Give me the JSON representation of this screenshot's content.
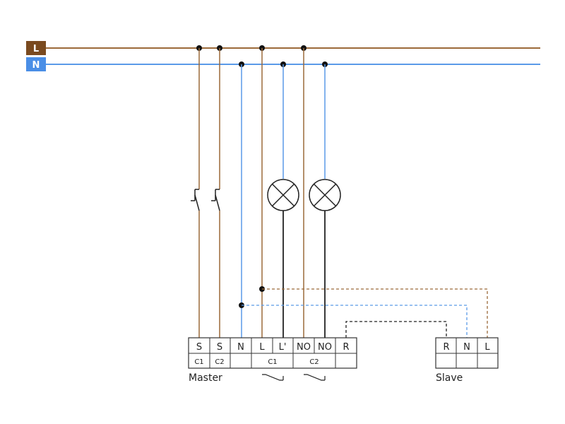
{
  "rails": {
    "live": {
      "label": "L",
      "color": "#7a4a1f",
      "wire_color": "#9c6a3a"
    },
    "neutral": {
      "label": "N",
      "color": "#4a8ee6",
      "wire_color": "#5a9ae8"
    }
  },
  "master": {
    "caption": "Master",
    "terminals": [
      "S",
      "S",
      "N",
      "L",
      "L'",
      "NO",
      "NO",
      "R"
    ],
    "channel_labels": [
      "C1",
      "C2",
      "C1",
      "C2"
    ]
  },
  "slave": {
    "caption": "Slave",
    "terminals": [
      "R",
      "N",
      "L"
    ]
  },
  "colors": {
    "wire_dark": "#222222",
    "frame": "#333333"
  },
  "icons": [
    "lamp-icon",
    "switch-icon",
    "relay-contact-icon"
  ]
}
